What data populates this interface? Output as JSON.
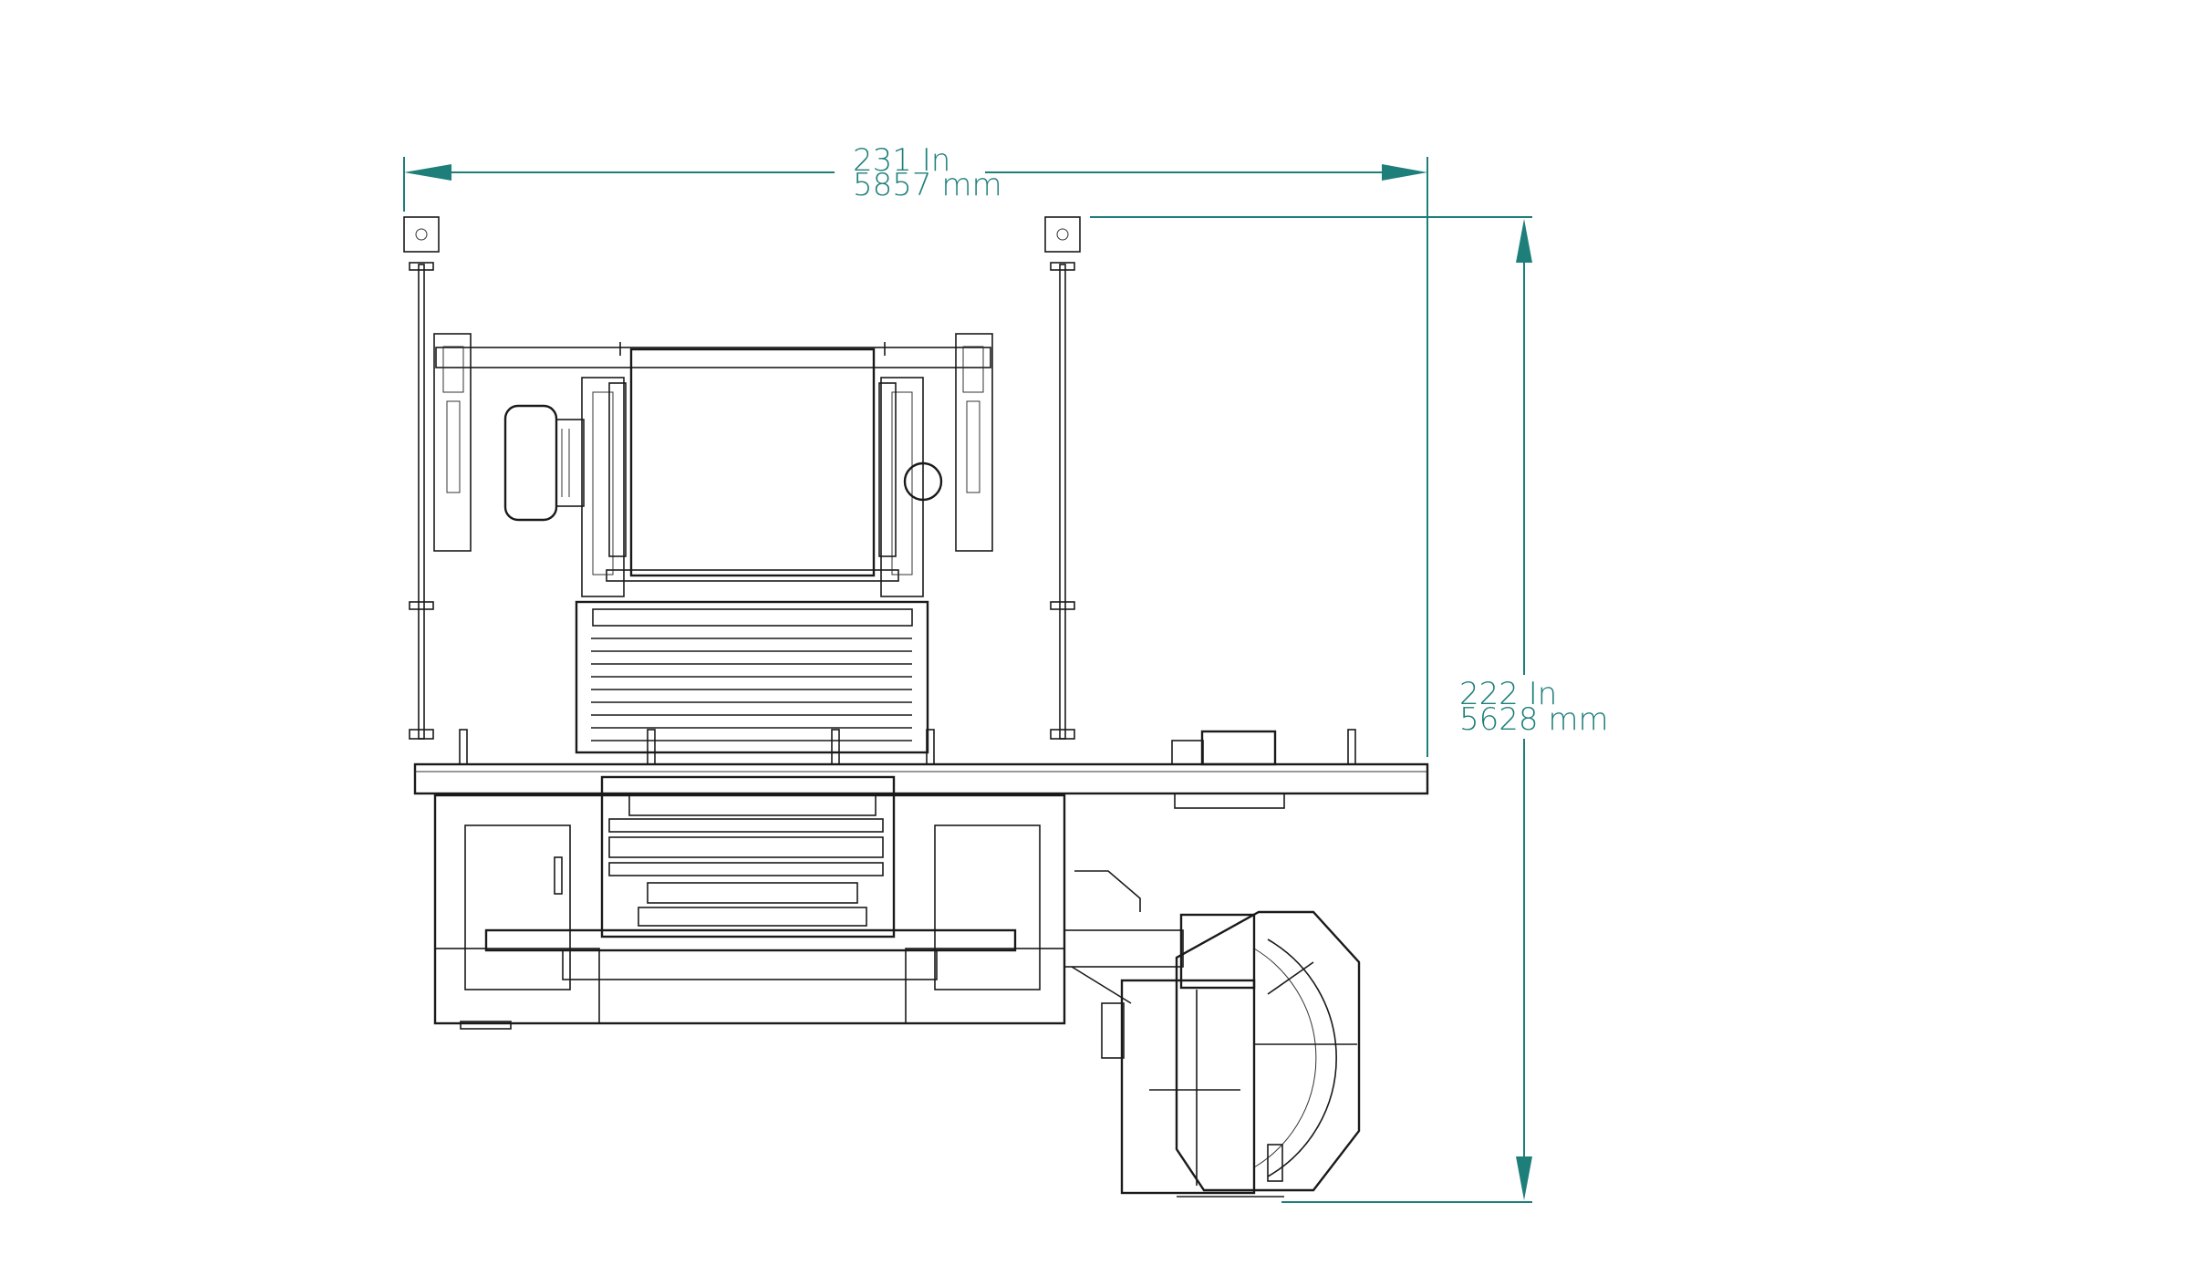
{
  "dimensions": {
    "width_in": "231 In",
    "width_mm": "5857 mm",
    "height_in": "222 In",
    "height_mm": "5628 mm"
  },
  "colors": {
    "dimension": "#1e7f7a",
    "linework": "#1a1a1a",
    "background": "#ffffff"
  }
}
